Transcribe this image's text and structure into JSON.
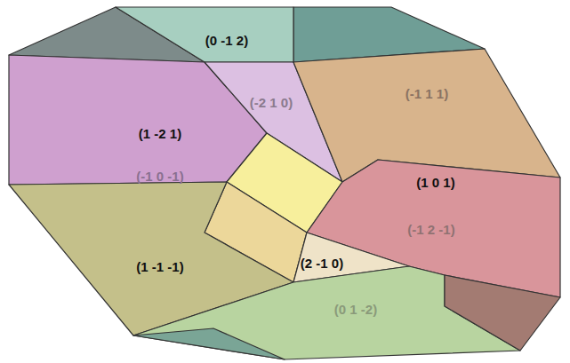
{
  "diagram": {
    "labels": [
      "(0 -1 2)",
      "(-2 1 0)",
      "(-1 1 1)",
      "(1 -2 1)",
      "(-1 0 -1)",
      "(1 0 1)",
      "(-1 2 -1)",
      "(1 -1 -1)",
      "(2 -1 0)",
      "(0 1 -2)"
    ]
  }
}
